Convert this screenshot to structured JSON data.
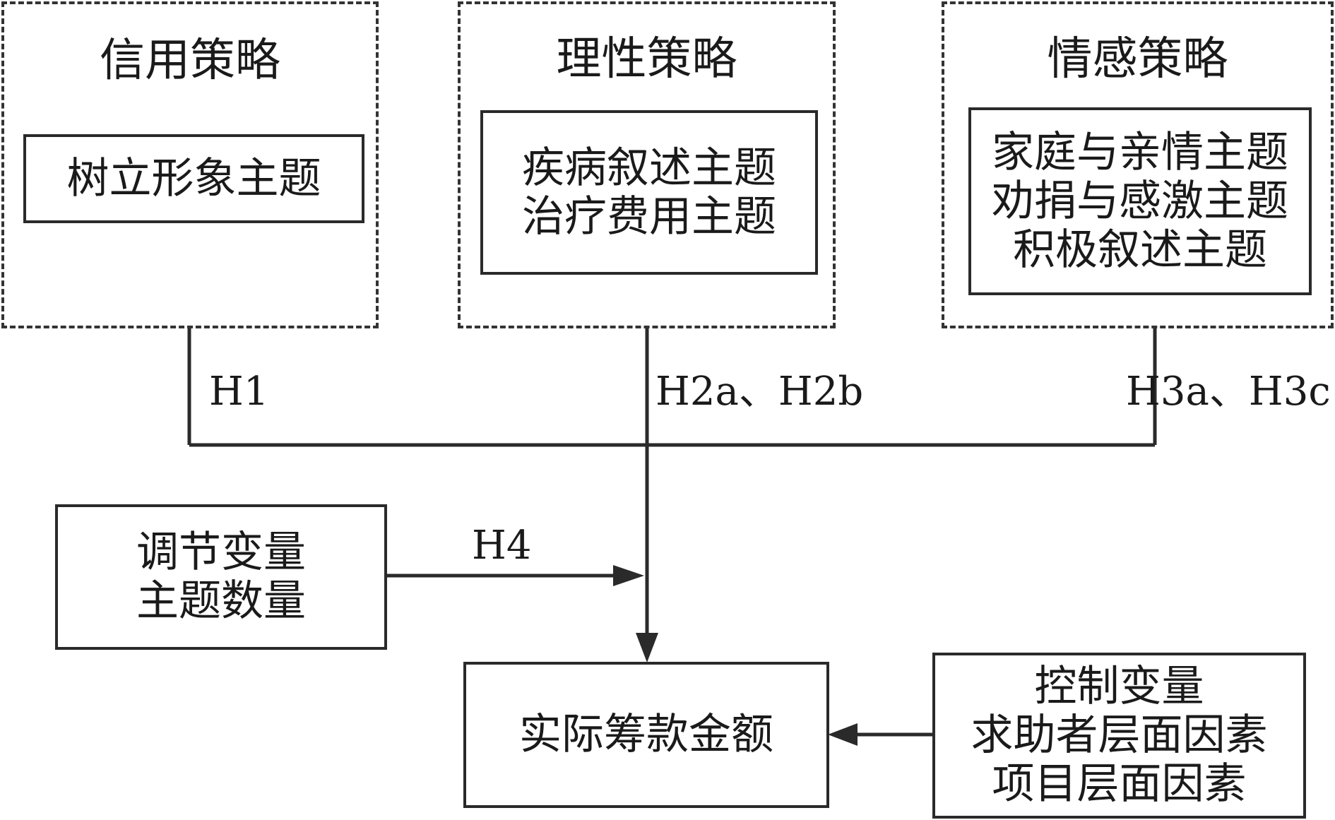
{
  "strategies": {
    "credit": {
      "title": "信用策略",
      "themes": [
        "树立形象主题"
      ]
    },
    "rational": {
      "title": "理性策略",
      "themes": [
        "疾病叙述主题",
        "治疗费用主题"
      ]
    },
    "emotional": {
      "title": "情感策略",
      "themes": [
        "家庭与亲情主题",
        "劝捐与感激主题",
        "积极叙述主题"
      ]
    }
  },
  "hypotheses": {
    "h1": "H1",
    "h2": "H2a、H2b",
    "h3": "H3a、H3c",
    "h4": "H4"
  },
  "moderator": {
    "lines": [
      "调节变量",
      "主题数量"
    ]
  },
  "outcome": {
    "label": "实际筹款金额"
  },
  "control": {
    "lines": [
      "控制变量",
      "求助者层面因素",
      "项目层面因素"
    ]
  }
}
